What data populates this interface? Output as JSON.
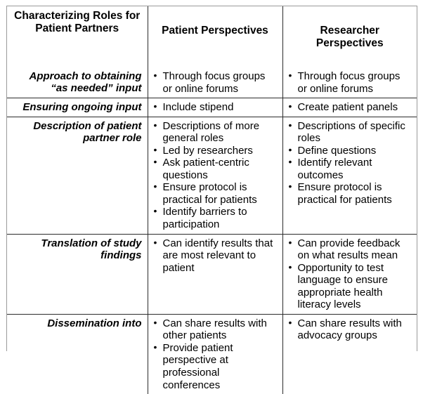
{
  "table": {
    "columns": [
      {
        "key": "row_label",
        "header": "Characterizing Roles for Patient Partners"
      },
      {
        "key": "patient",
        "header": "Patient Perspectives"
      },
      {
        "key": "researcher",
        "header": "Researcher Perspectives"
      }
    ],
    "rows": [
      {
        "label": "Approach to obtaining “as needed” input",
        "patient": [
          "Through focus groups or online forums"
        ],
        "researcher": [
          "Through focus groups or online forums"
        ]
      },
      {
        "label": "Ensuring ongoing input",
        "patient": [
          "Include stipend"
        ],
        "researcher": [
          "Create patient panels"
        ]
      },
      {
        "label": "Description of patient partner role",
        "patient": [
          "Descriptions of more general roles",
          "Led by researchers",
          "Ask patient-centric questions",
          "Ensure protocol is practical for patients",
          "Identify barriers to participation"
        ],
        "researcher": [
          "Descriptions of specific roles",
          "Define questions",
          "Identify relevant outcomes",
          "Ensure protocol is practical for patients"
        ]
      },
      {
        "label": "Translation of study findings",
        "patient": [
          "Can identify results that are most relevant to patient"
        ],
        "researcher": [
          "Can provide feedback on what results mean",
          "Opportunity to test language to ensure appropriate health literacy levels"
        ]
      },
      {
        "label": "Dissemination into",
        "patient": [
          "Can share results with other patients",
          "Provide patient perspective at professional conferences"
        ],
        "researcher": [
          "Can share results with advocacy groups"
        ]
      }
    ]
  },
  "colors": {
    "outer_border": "#9a9a9a",
    "inner_border": "#2b2b2b",
    "header_rule": "#111111",
    "background": "#ffffff",
    "text": "#000000"
  }
}
